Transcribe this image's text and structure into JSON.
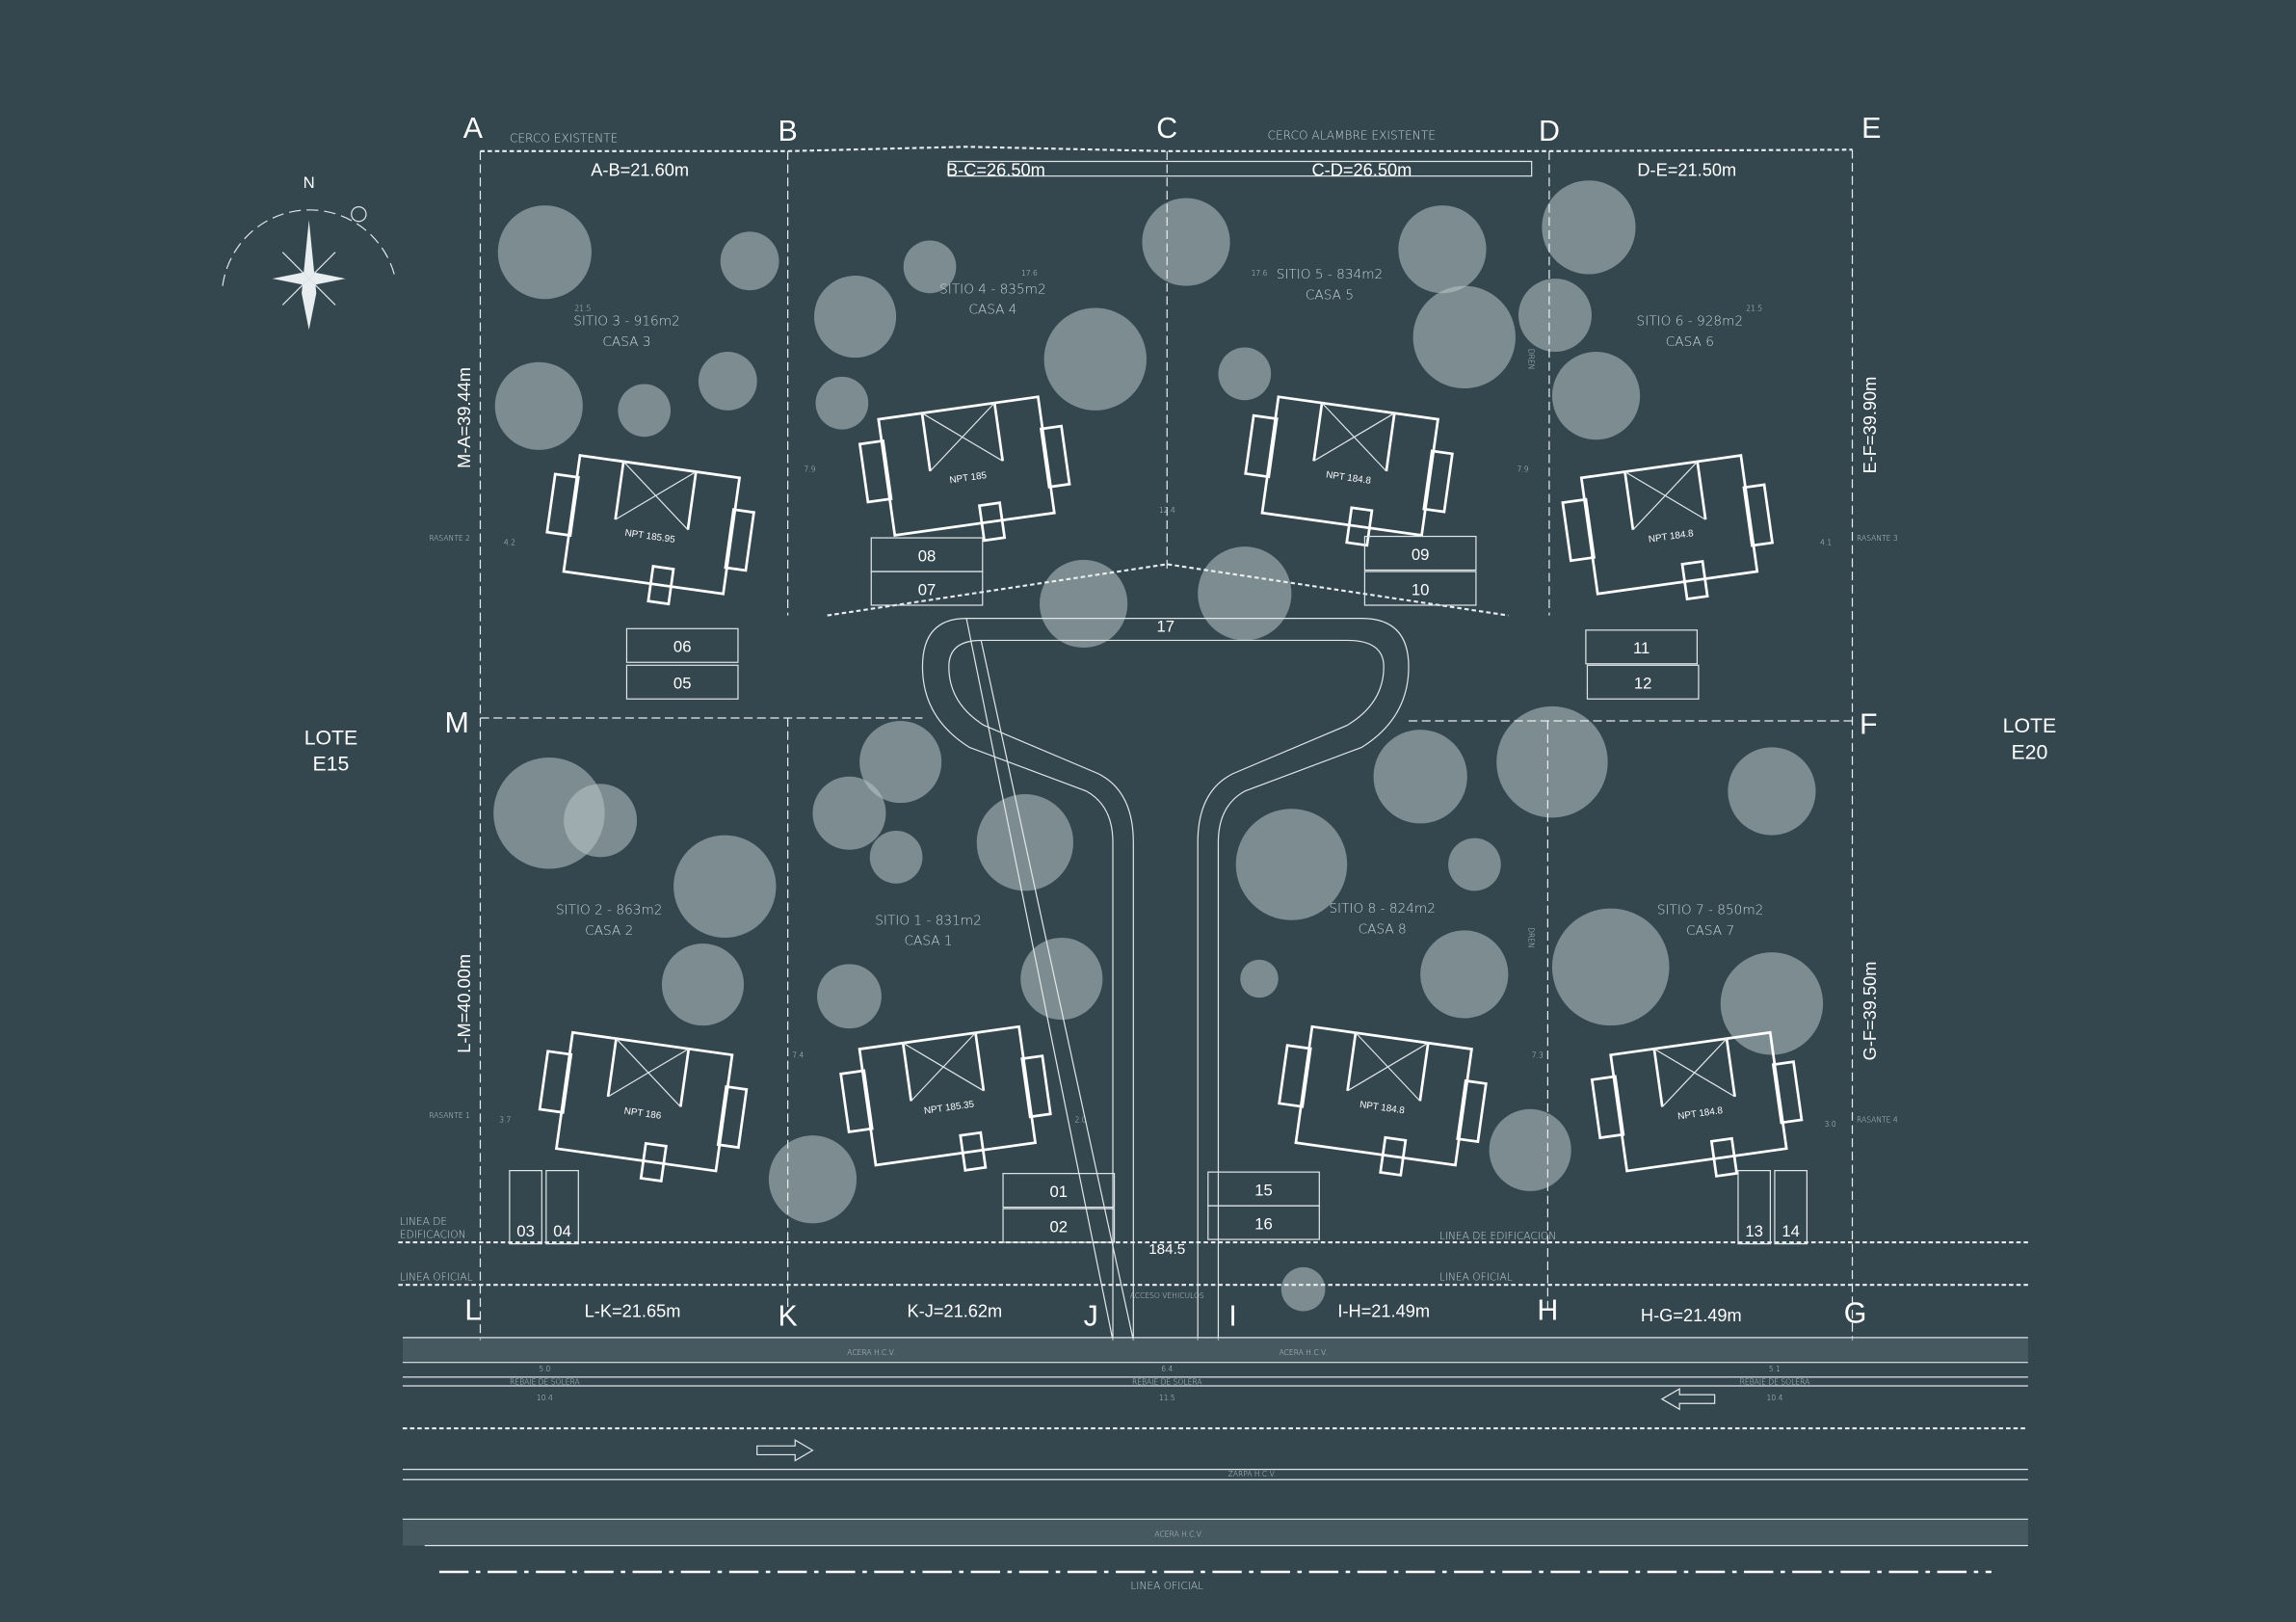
{
  "grid_points": {
    "A": "A",
    "B": "B",
    "C": "C",
    "D": "D",
    "E": "E",
    "M": "M",
    "F": "F",
    "L": "L",
    "K": "K",
    "J": "J",
    "I": "I",
    "H": "H",
    "G": "G"
  },
  "dimensions": {
    "ab": "A-B=21.60m",
    "bc": "B-C=26.50m",
    "cd": "C-D=26.50m",
    "de": "D-E=21.50m",
    "ma": "M-A=39.44m",
    "ef": "E-F=39.90m",
    "lm": "L-M=40.00m",
    "gf": "G-F=39.50m",
    "lk": "L-K=21.65m",
    "kj": "K-J=21.62m",
    "ih": "I-H=21.49m",
    "hg": "H-G=21.49m"
  },
  "sites": [
    {
      "site": "SITIO 3 - 916m2",
      "casa": "CASA 3",
      "npt": "NPT 185.95"
    },
    {
      "site": "SITIO 4 - 835m2",
      "casa": "CASA 4",
      "npt": "NPT 185"
    },
    {
      "site": "SITIO 5 - 834m2",
      "casa": "CASA 5",
      "npt": "NPT 184.8"
    },
    {
      "site": "SITIO 6 - 928m2",
      "casa": "CASA 6",
      "npt": "NPT 184.8"
    },
    {
      "site": "SITIO 2 - 863m2",
      "casa": "CASA 2",
      "npt": "NPT 186"
    },
    {
      "site": "SITIO 1 - 831m2",
      "casa": "CASA 1",
      "npt": "NPT 185.35"
    },
    {
      "site": "SITIO 8 - 824m2",
      "casa": "CASA 8",
      "npt": "NPT 184.8"
    },
    {
      "site": "SITIO 7 - 850m2",
      "casa": "CASA 7",
      "npt": "NPT 184.8"
    }
  ],
  "parking": [
    "08",
    "07",
    "09",
    "10",
    "06",
    "05",
    "11",
    "12",
    "17",
    "03",
    "04",
    "01",
    "02",
    "15",
    "16",
    "13",
    "14"
  ],
  "labels": {
    "cerco_existente": "CERCO EXISTENTE",
    "cerco_alambre": "CERCO ALAMBRE EXISTENTE",
    "lote_left": [
      "LOTE",
      "E15"
    ],
    "lote_right": [
      "LOTE",
      "E20"
    ],
    "linea_edificacion_left": [
      "LINEA DE",
      "EDIFICACION"
    ],
    "linea_edificacion_right": "LINEA DE EDIFICACION",
    "linea_oficial_left": "LINEA OFICIAL",
    "linea_oficial_right": "LINEA OFICIAL",
    "linea_oficial_bottom": "LINEA OFICIAL",
    "acceso_vehiculos": "ACCESO VEHICULOS",
    "acera_1": "ACERA H.C.V.",
    "acera_2": "ACERA H.C.V.",
    "acera_3": "ACERA H.C.V.",
    "zarpa": "ZARPA H.C.V.",
    "rebaje_1": "REBAJE DE SOLERA",
    "rebaje_2": "REBAJE DE SOLERA",
    "rebaje_3": "REBAJE DE SOLERA",
    "level": "184.5",
    "dren_1": "DREN",
    "dren_2": "DREN",
    "rasante_1": "RASANTE 1",
    "rasante_2": "RASANTE 2",
    "rasante_3": "RASANTE 3",
    "rasante_4": "RASANTE 4",
    "north": "N"
  },
  "small_dims": [
    "5.0",
    "10.4",
    "6.4",
    "11.5",
    "5.1",
    "10.4",
    "7.9",
    "7.9",
    "12.4",
    "7.4",
    "7.3",
    "4.2",
    "4.1",
    "3.7",
    "3.0",
    "2.0",
    "21.5",
    "17.6",
    "17.6",
    "21.5"
  ]
}
